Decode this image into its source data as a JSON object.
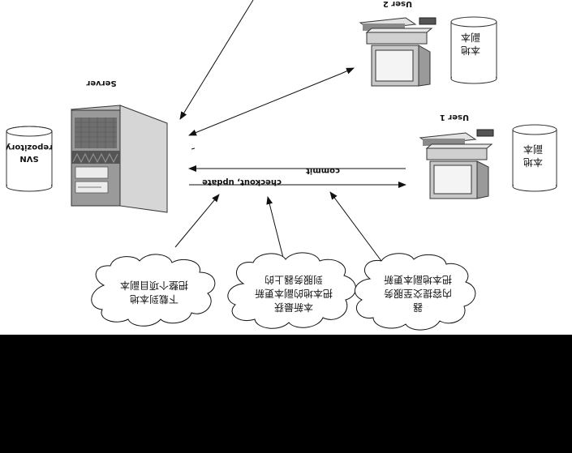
{
  "nodes": {
    "server": {
      "label": "Server"
    },
    "user1": {
      "label": "User 1"
    },
    "user2": {
      "label": "User 2"
    }
  },
  "repositories": {
    "svn": {
      "lines": [
        "SVN",
        "repozitory"
      ]
    },
    "user1": {
      "lines": [
        "本地",
        "副本"
      ]
    },
    "user2": {
      "lines": [
        "本地",
        "副本"
      ]
    }
  },
  "edges": {
    "commit": "commit",
    "checkout_update": "checkout, update"
  },
  "notes": {
    "left": [
      "下载到本地",
      "把整个项目副本"
    ],
    "middle": [
      "本新最获",
      "把本地的副本更新",
      "到服务器上的"
    ],
    "right": [
      "器",
      "内容提交至服务",
      "把本地副本更新"
    ]
  }
}
